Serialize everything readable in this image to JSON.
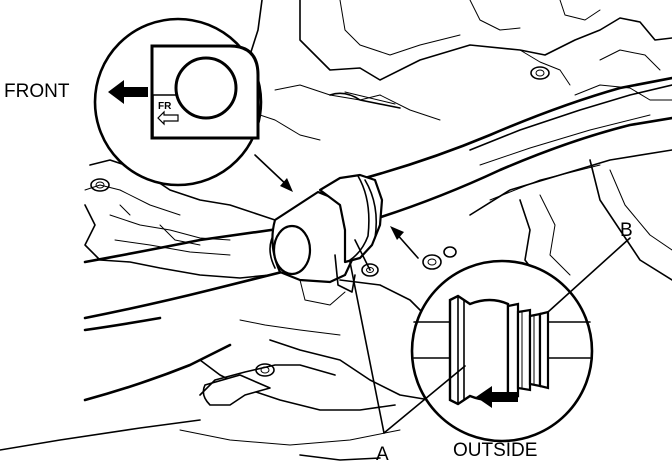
{
  "labels": {
    "front": "FRONT",
    "fr": "FR",
    "outside": "OUTSIDE",
    "a": "A",
    "b": "B"
  },
  "colors": {
    "ink": "#000000",
    "paper": "#ffffff"
  }
}
